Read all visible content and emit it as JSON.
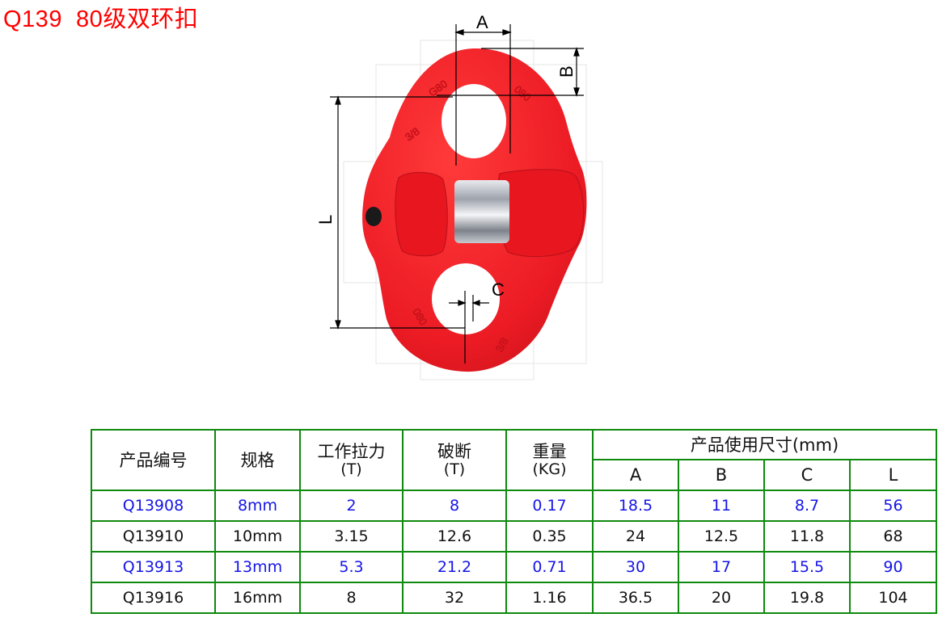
{
  "title": "Q139  80级双环扣",
  "diagram": {
    "labels": {
      "a": "A",
      "b": "B",
      "c": "C",
      "l": "L"
    },
    "markings": [
      "G80",
      "3/8",
      "080",
      "080",
      "3/8"
    ],
    "colors": {
      "body": "#ee1c25",
      "pin": "#b8bcc4",
      "dim_line": "#000000"
    }
  },
  "table": {
    "border_color": "#0e8a0e",
    "headers": {
      "code": "产品编号",
      "size": "规格",
      "wll": "工作拉力",
      "wll_unit": "(T)",
      "break": "破断",
      "break_unit": "(T)",
      "weight": "重量",
      "weight_unit": "(KG)",
      "dims_group": "产品使用尺寸(mm)",
      "dim_a": "A",
      "dim_b": "B",
      "dim_c": "C",
      "dim_l": "L"
    },
    "rows": [
      {
        "code": "Q13908",
        "size": "8mm",
        "wll": "2",
        "break": "8",
        "weight": "0.17",
        "a": "18.5",
        "b": "11",
        "c": "8.7",
        "l": "56",
        "highlight": true
      },
      {
        "code": "Q13910",
        "size": "10mm",
        "wll": "3.15",
        "break": "12.6",
        "weight": "0.35",
        "a": "24",
        "b": "12.5",
        "c": "11.8",
        "l": "68",
        "highlight": false
      },
      {
        "code": "Q13913",
        "size": "13mm",
        "wll": "5.3",
        "break": "21.2",
        "weight": "0.71",
        "a": "30",
        "b": "17",
        "c": "15.5",
        "l": "90",
        "highlight": true
      },
      {
        "code": "Q13916",
        "size": "16mm",
        "wll": "8",
        "break": "32",
        "weight": "1.16",
        "a": "36.5",
        "b": "20",
        "c": "19.8",
        "l": "104",
        "highlight": false
      }
    ],
    "highlight_color": "#1515e6",
    "text_color": "#111111"
  }
}
